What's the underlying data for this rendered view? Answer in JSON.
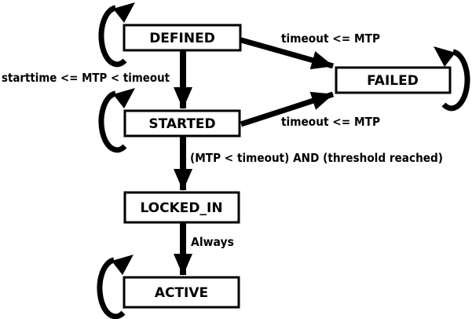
{
  "diagram": {
    "type": "state-machine",
    "background_color": "#ffffff",
    "line_color": "#000000",
    "text_color": "#000000",
    "states": [
      {
        "id": "defined",
        "label": "DEFINED",
        "has_self_loop": true,
        "self_loop_side": "left"
      },
      {
        "id": "failed",
        "label": "FAILED",
        "has_self_loop": true,
        "self_loop_side": "right"
      },
      {
        "id": "started",
        "label": "STARTED",
        "has_self_loop": true,
        "self_loop_side": "left"
      },
      {
        "id": "locked_in",
        "label": "LOCKED_IN",
        "has_self_loop": false,
        "self_loop_side": ""
      },
      {
        "id": "active",
        "label": "ACTIVE",
        "has_self_loop": true,
        "self_loop_side": "left"
      }
    ],
    "transitions": [
      {
        "from": "defined",
        "to": "started",
        "label": "starttime <= MTP < timeout"
      },
      {
        "from": "defined",
        "to": "failed",
        "label": "timeout <= MTP"
      },
      {
        "from": "started",
        "to": "failed",
        "label": "timeout <= MTP"
      },
      {
        "from": "started",
        "to": "locked_in",
        "label": "(MTP < timeout) AND (threshold reached)"
      },
      {
        "from": "locked_in",
        "to": "active",
        "label": "Always"
      },
      {
        "from": "defined",
        "to": "defined",
        "label": ""
      },
      {
        "from": "started",
        "to": "started",
        "label": ""
      },
      {
        "from": "failed",
        "to": "failed",
        "label": ""
      },
      {
        "from": "active",
        "to": "active",
        "label": ""
      }
    ]
  }
}
